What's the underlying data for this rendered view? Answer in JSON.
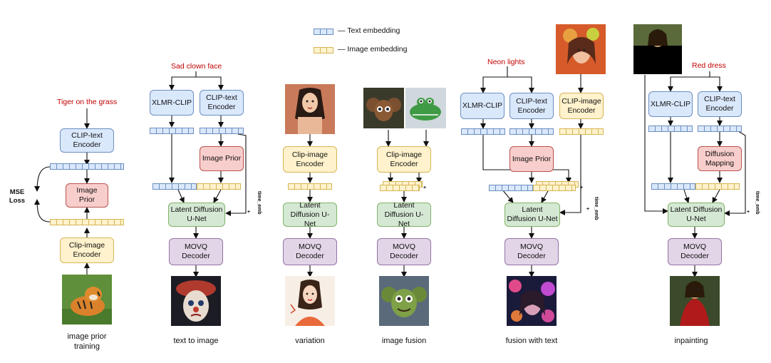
{
  "legend": {
    "text_embedding": "— Text embedding",
    "image_embedding": "— Image embedding"
  },
  "prompts": {
    "tiger": "Tiger on the grass",
    "clown": "Sad clown face",
    "neon": "Neon lights",
    "dress": "Red dress"
  },
  "blocks": {
    "clip_text_encoder": "CLIP-text Encoder",
    "clip_image_encoder": "Clip-image Encoder",
    "clip_image_encoder_alt": "CLIP-image Encoder",
    "xlmr_clip": "XLMR-CLIP",
    "image_prior": "Image Prior",
    "diffusion_mapping": "Diffusion Mapping",
    "latent_diffusion": "Latent Diffusion U-Net",
    "movq_decoder": "MOVQ Decoder"
  },
  "annotations": {
    "mse_loss": "MSE Loss",
    "time_emb": "time_emb",
    "plus": "+"
  },
  "captions": {
    "prior_training": "image prior training",
    "text_to_image": "text to image",
    "variation": "variation",
    "image_fusion": "image fusion",
    "fusion_with_text": "fusion with text",
    "inpainting": "inpainting"
  },
  "colors": {
    "blue_fill": "#dae8fc",
    "yellow_fill": "#fff2cc",
    "red_fill": "#f8cecc",
    "green_fill": "#d5e8d4",
    "purple_fill": "#e1d5e7",
    "prompt_red": "#c00000"
  }
}
